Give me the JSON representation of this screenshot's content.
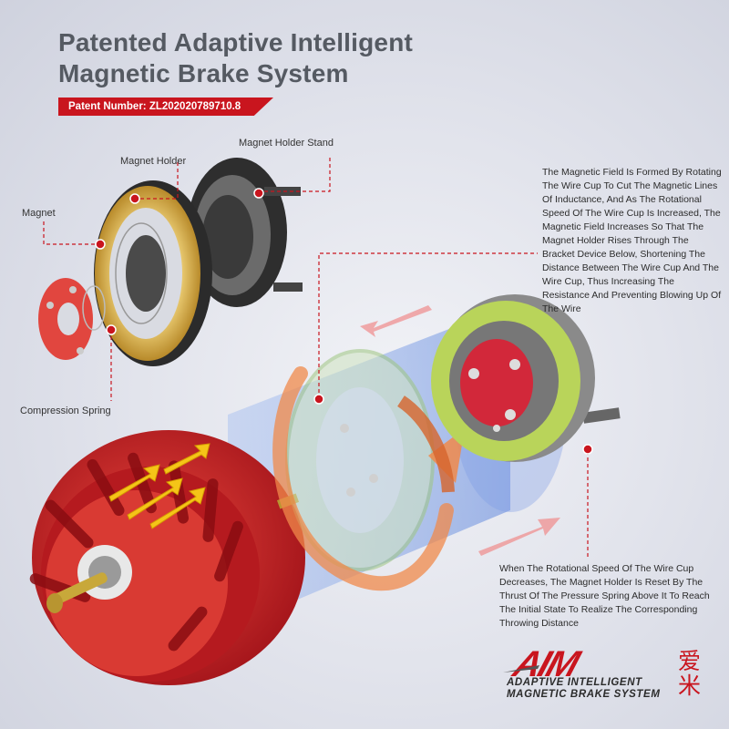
{
  "header": {
    "title_line1": "Patented Adaptive Intelligent",
    "title_line2": "Magnetic Brake System",
    "patent_label": "Patent Number: ZL202020789710.8"
  },
  "labels": {
    "magnet_holder_stand": "Magnet Holder Stand",
    "magnet_holder": "Magnet Holder",
    "magnet": "Magnet",
    "compression_spring": "Compression Spring"
  },
  "descriptions": {
    "increase": "The Magnetic Field Is Formed By Rotating The Wire Cup To Cut The Magnetic Lines Of Inductance, And As The Rotational Speed Of The Wire Cup Is Increased, The Magnetic Field Increases So That The Magnet Holder Rises Through The Bracket Device Below, Shortening The Distance Between The Wire Cup And The Wire Cup, Thus Increasing The Resistance And Preventing Blowing Up Of The Wire",
    "decrease": "When The Rotational Speed Of The Wire Cup Decreases, The Magnet Holder Is Reset By The Thrust Of The Pressure Spring Above It To Reach The Initial State To Realize The Corresponding Throwing Distance"
  },
  "logo": {
    "mark": "AIM",
    "line1": "ADAPTIVE INTELLIGENT",
    "line2": "MAGNETIC BRAKE SYSTEM",
    "cn1": "爱",
    "cn2": "米"
  },
  "colors": {
    "accent_red": "#c9151e",
    "gold": "#d9b24a",
    "title_gray": "#555a62",
    "glow_blue": "#6b8fe0"
  }
}
